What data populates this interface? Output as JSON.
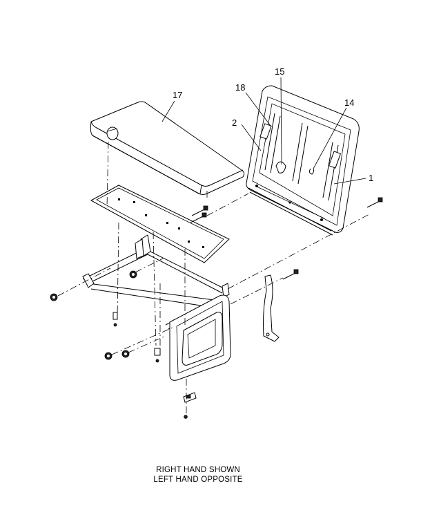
{
  "callouts": {
    "c1": "1",
    "c2": "2",
    "c14": "14",
    "c15": "15",
    "c17": "17",
    "c18": "18"
  },
  "caption": {
    "line1": "RIGHT HAND SHOWN",
    "line2": "LEFT HAND OPPOSITE"
  }
}
